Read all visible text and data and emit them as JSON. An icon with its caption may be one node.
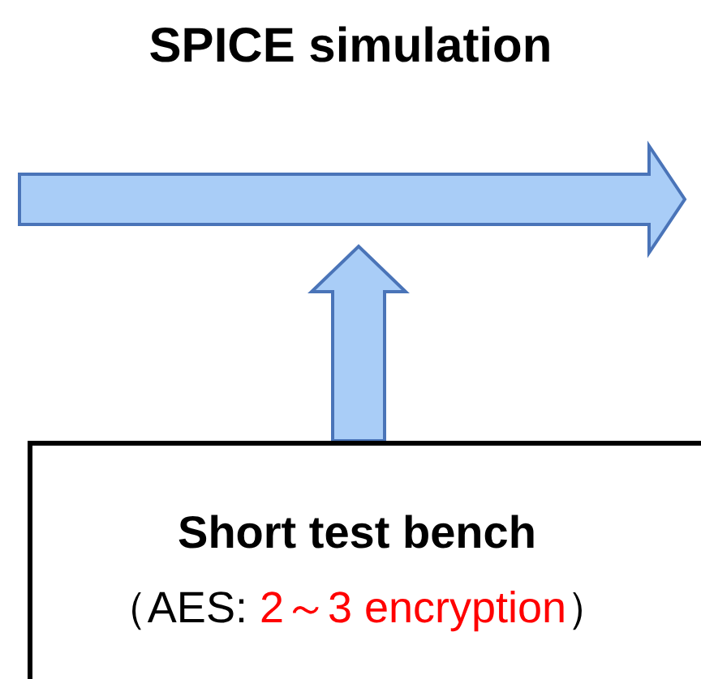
{
  "diagram": {
    "nodes": [
      {
        "text": [
          "SPICE simulation"
        ]
      },
      {
        "text": [
          "Short test bench",
          "（AES:",
          "2～3 encryption",
          "）"
        ]
      }
    ],
    "edges": [
      {
        "from": 1,
        "to": 0,
        "arrow": "to",
        "style": "thick"
      }
    ]
  }
}
